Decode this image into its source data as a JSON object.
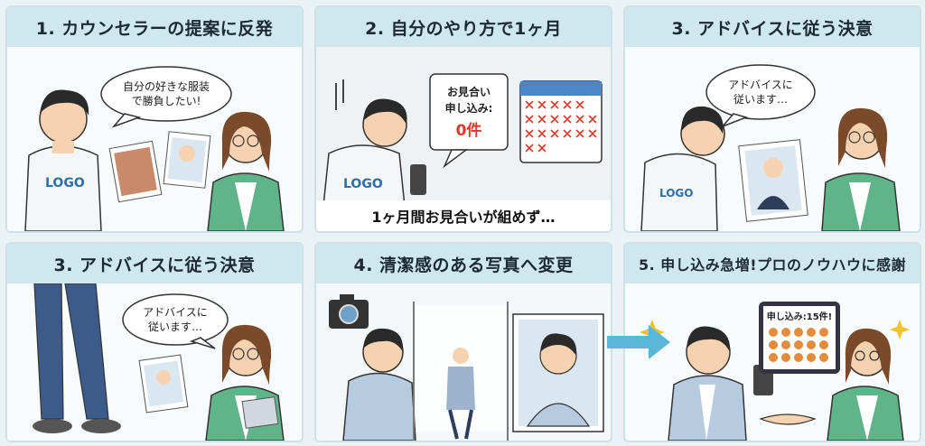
{
  "panels": [
    {
      "title": "1. カウンセラーの提案に反発",
      "bubble": [
        "自分の好きな服装",
        "で勝負したい!"
      ],
      "shirt": "LOGO"
    },
    {
      "title": "2. 自分のやり方で1ヶ月",
      "card": [
        "お見合い",
        "申し込み:",
        "0件"
      ],
      "caption": "1ヶ月間お見合いが組めず…",
      "shirt": "LOGO"
    },
    {
      "title": "3. アドバイスに従う決意",
      "bubble": [
        "アドバイスに",
        "従います…"
      ],
      "shirt": "LOGO"
    },
    {
      "title": "3. アドバイスに従う決意",
      "bubble": [
        "アドバイスに",
        "従います…"
      ]
    },
    {
      "title": "4. 清潔感のある写真へ変更"
    },
    {
      "title": "5. 申し込み急増!プロのノウハウに感謝",
      "tablet": "申し込み:15件!"
    }
  ],
  "colors": {
    "header_bg": "#cfe8f0",
    "arrow": "#5bb6d8",
    "counselor_jacket": "#5fb48a",
    "calendar_x": "#d9392b"
  }
}
